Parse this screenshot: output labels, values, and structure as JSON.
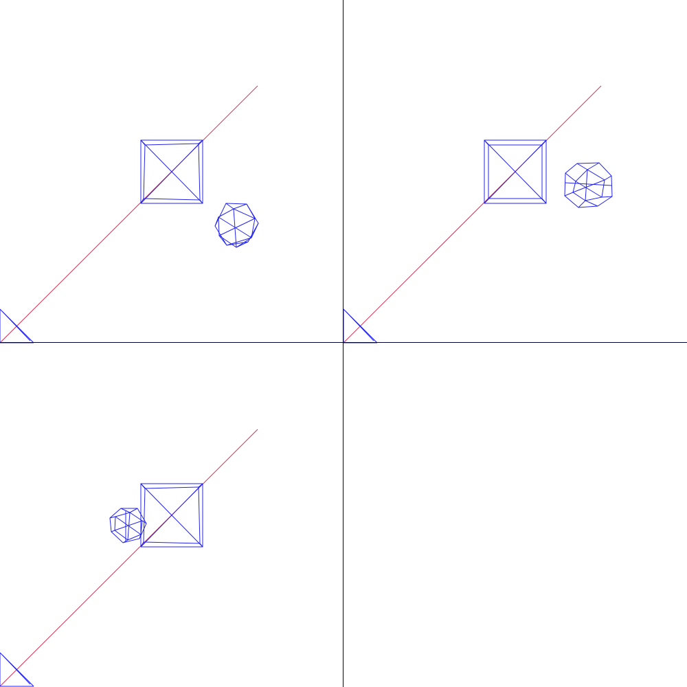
{
  "app": {
    "background_color": "#ffffff",
    "divider_color": "#000033"
  },
  "viewports": [
    {
      "id": "top-left",
      "objects": [
        "axis-ray",
        "corner-triangle",
        "square-pyramid",
        "icosahedron"
      ]
    },
    {
      "id": "top-right",
      "objects": [
        "axis-ray",
        "corner-triangle",
        "square-pyramid",
        "icosahedron"
      ]
    },
    {
      "id": "bottom-left",
      "objects": [
        "axis-ray",
        "corner-triangle",
        "square-pyramid",
        "icosahedron"
      ]
    },
    {
      "id": "bottom-right",
      "objects": []
    }
  ],
  "colors": {
    "wireframe": "#2222ee",
    "axis_ray": "#cc3355"
  }
}
